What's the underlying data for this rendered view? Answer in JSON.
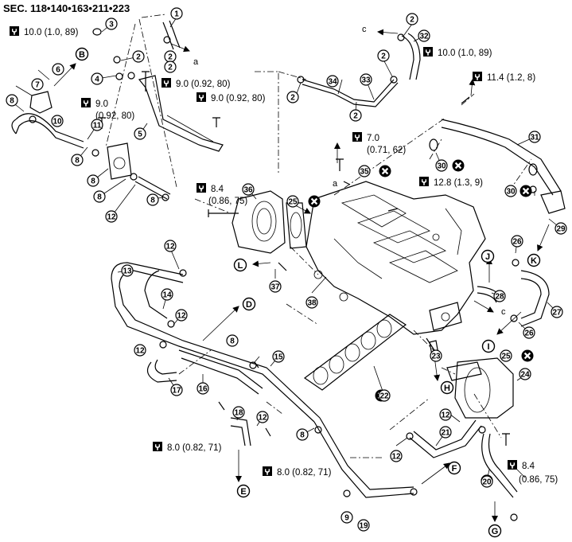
{
  "title": "SEC. 118•140•163•211•223",
  "torque_specs": [
    {
      "id": "t1",
      "value": "10.0 (1.0, 89)"
    },
    {
      "id": "t2",
      "value": "9.0 (0.92, 80)"
    },
    {
      "id": "t3a",
      "value": "9.0"
    },
    {
      "id": "t3b",
      "value": "(0.92, 80)"
    },
    {
      "id": "t4",
      "value": "9.0 (0.92, 80)"
    },
    {
      "id": "t5",
      "value": "10.0 (1.0, 89)"
    },
    {
      "id": "t6",
      "value": "11.4 (1.2, 8)"
    },
    {
      "id": "t7a",
      "value": "7.0"
    },
    {
      "id": "t7b",
      "value": "(0.71, 62)"
    },
    {
      "id": "t8a",
      "value": "8.4"
    },
    {
      "id": "t8b",
      "value": "(0.86, 75)"
    },
    {
      "id": "t9",
      "value": "12.8 (1.3, 9)"
    },
    {
      "id": "t10",
      "value": "8.0 (0.82, 71)"
    },
    {
      "id": "t11",
      "value": "8.0 (0.82, 71)"
    },
    {
      "id": "t12a",
      "value": "8.4"
    },
    {
      "id": "t12b",
      "value": "(0.86, 75)"
    }
  ],
  "callouts": [
    "1",
    "2",
    "2",
    "2",
    "2",
    "2",
    "2",
    "2",
    "3",
    "4",
    "5",
    "6",
    "7",
    "8",
    "8",
    "8",
    "8",
    "8",
    "8",
    "8",
    "9",
    "10",
    "11",
    "12",
    "12",
    "12",
    "12",
    "12",
    "12",
    "12",
    "12",
    "13",
    "14",
    "15",
    "16",
    "17",
    "18",
    "19",
    "20",
    "21",
    "22",
    "23",
    "24",
    "25",
    "25",
    "26",
    "26",
    "27",
    "28",
    "29",
    "30",
    "30",
    "31",
    "32",
    "33",
    "34",
    "35",
    "36",
    "37",
    "38"
  ],
  "view_letters": [
    "B",
    "L",
    "D",
    "E",
    "F",
    "G",
    "H",
    "I",
    "J",
    "K"
  ],
  "lower_letters": [
    "a",
    "a",
    "c",
    "c"
  ]
}
